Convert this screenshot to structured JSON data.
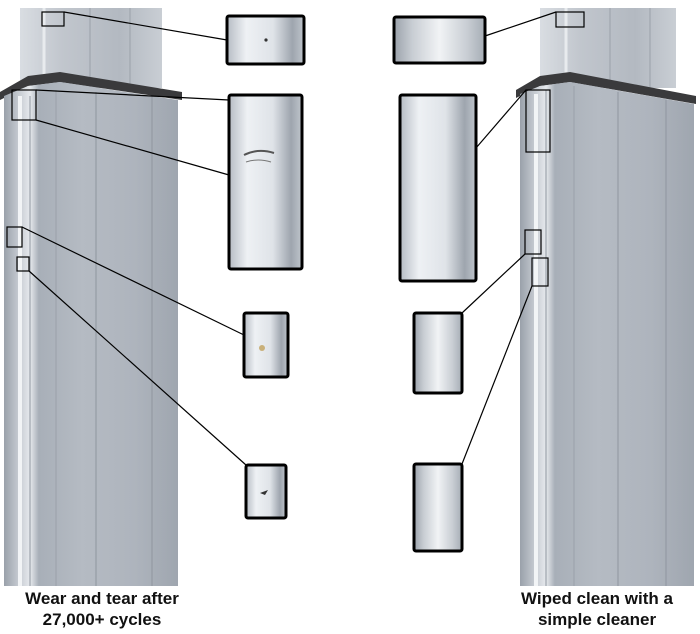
{
  "captions": {
    "left_line1": "Wear and tear after",
    "left_line2": "27,000+ cycles",
    "right_line1": "Wiped clean with a",
    "right_line2": "simple cleaner"
  },
  "colors": {
    "background": "#ffffff",
    "panel_light": "#c7ccd3",
    "panel_mid": "#aab1ba",
    "panel_dark": "#8d949d",
    "cap": "#3a3a3c",
    "callout_line": "#000000"
  },
  "images": {
    "left_post": "worn-aluminum-post",
    "right_post": "clean-aluminum-post",
    "left_closeups": [
      "scratch-closeup-top",
      "dent-closeup-panel",
      "stain-closeup-small",
      "chip-closeup-lower"
    ],
    "right_closeups": [
      "clean-closeup-top",
      "clean-closeup-panel",
      "clean-closeup-small",
      "clean-closeup-lower"
    ]
  }
}
